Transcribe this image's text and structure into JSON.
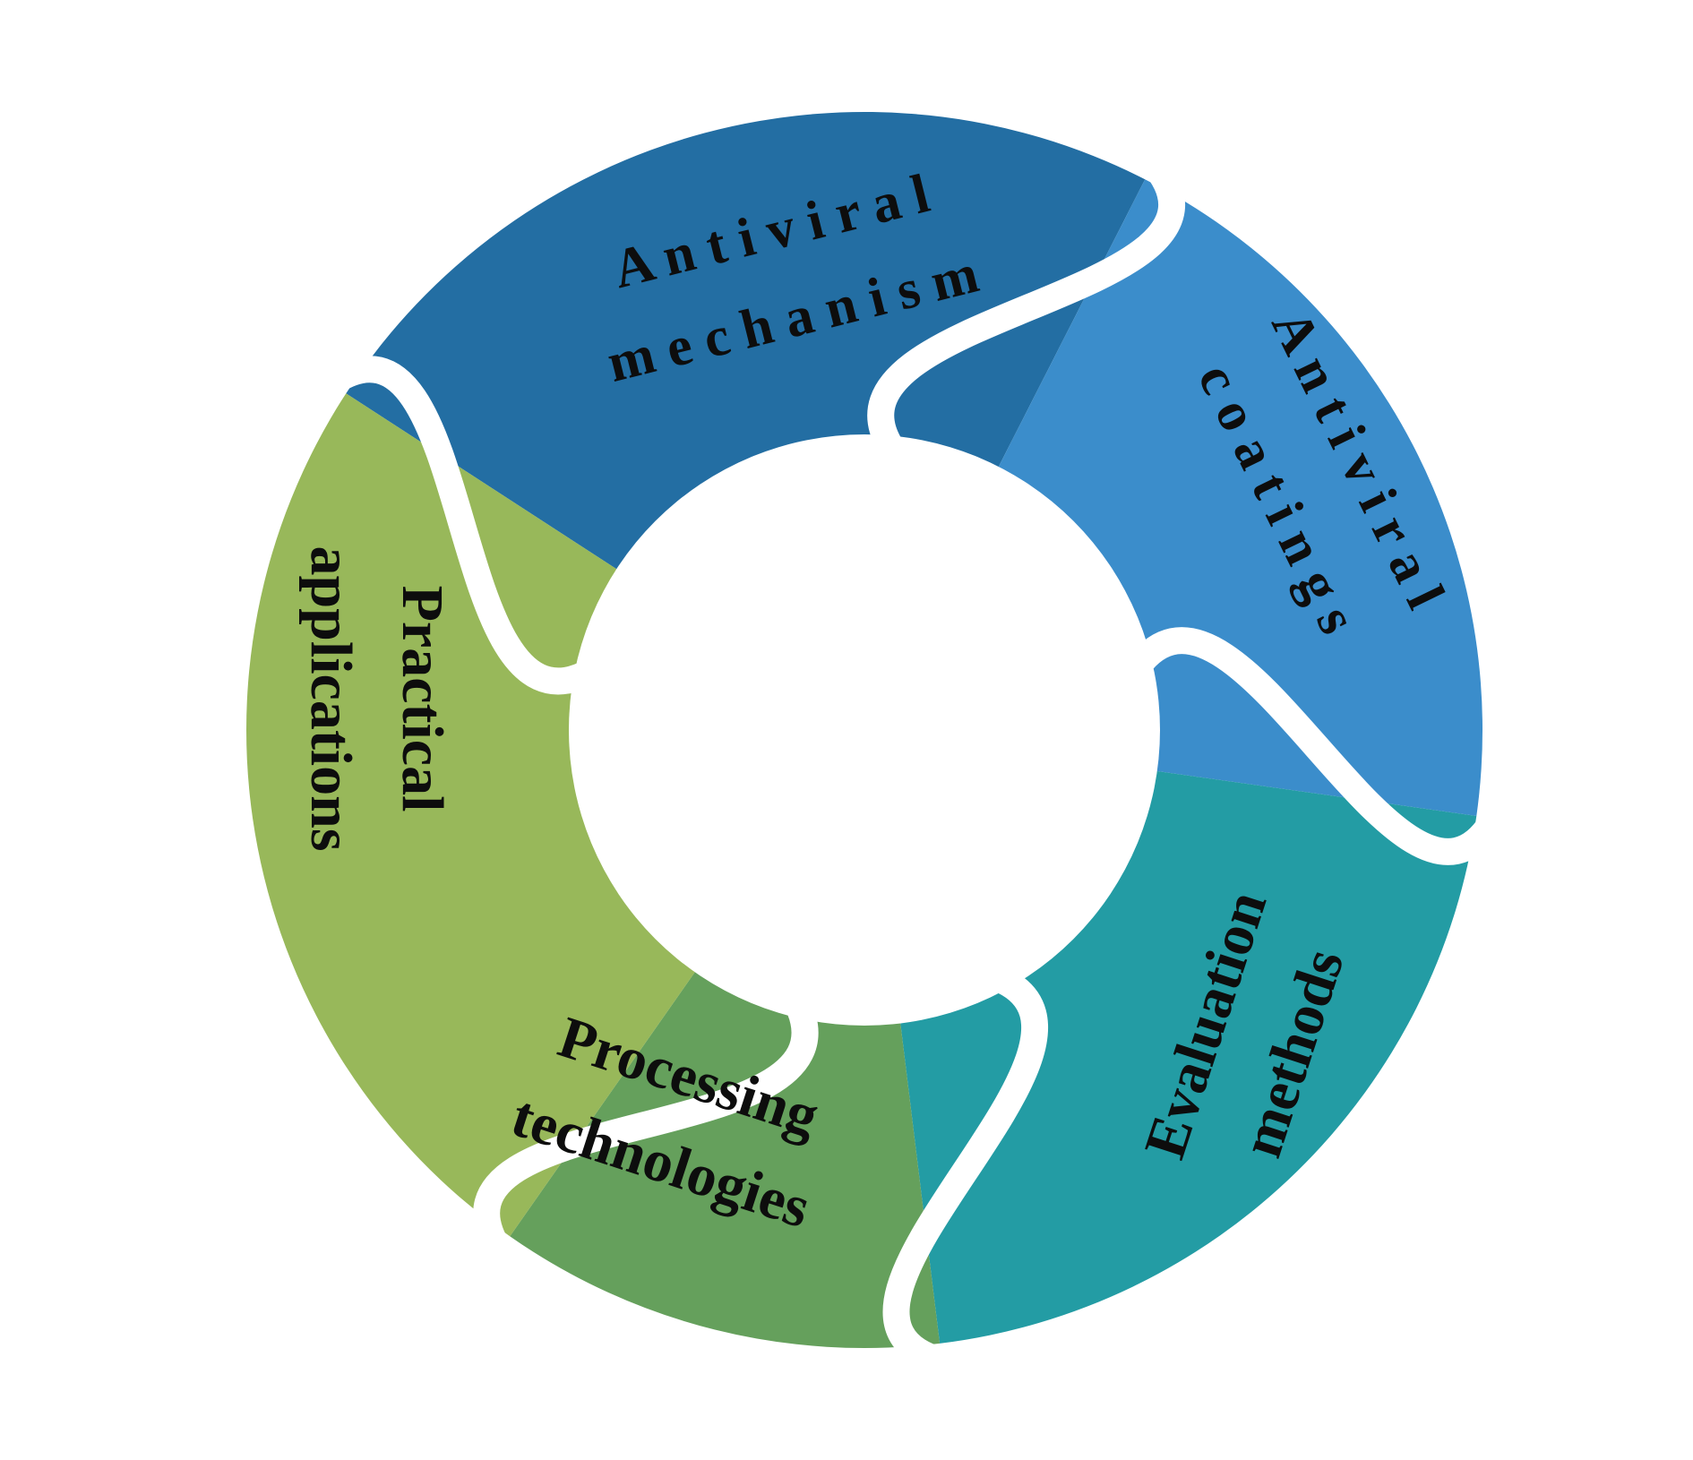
{
  "diagram": {
    "segments": [
      {
        "id": "antiviral-mechanism",
        "lines": [
          "A n t i v i r a l",
          "m e c h a n i s m"
        ],
        "color": "#236ea3"
      },
      {
        "id": "antiviral-coatings",
        "lines": [
          "A n t i v i r a l",
          "c o a t i n g s"
        ],
        "color": "#3b8dcb"
      },
      {
        "id": "evaluation-methods",
        "lines": [
          "Evaluation",
          "methods"
        ],
        "color": "#239ca4"
      },
      {
        "id": "processing-technologies",
        "lines": [
          "Processing",
          "technologies"
        ],
        "color": "#65a05c"
      },
      {
        "id": "practical-applications",
        "lines": [
          "Practical",
          "applications"
        ],
        "color": "#98b85a"
      }
    ]
  }
}
